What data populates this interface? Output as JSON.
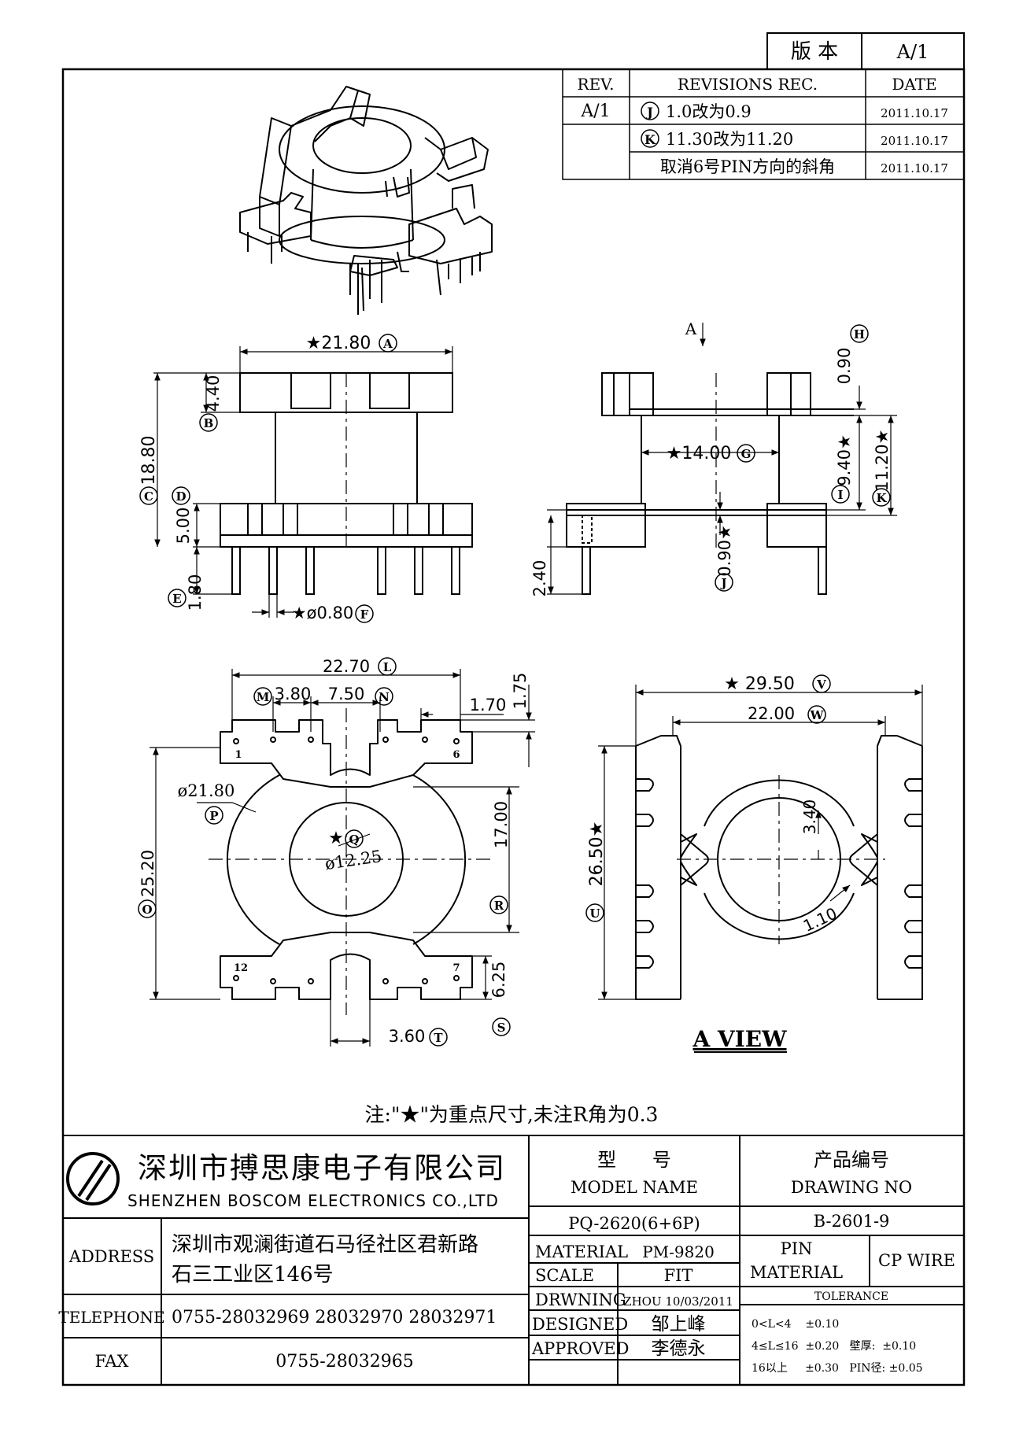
{
  "version_box": {
    "label": "版 本",
    "value": "A/1"
  },
  "revisions": {
    "headers": [
      "REV.",
      "REVISIONS REC.",
      "DATE"
    ],
    "rev": "A/1",
    "rows": [
      {
        "mark": "J",
        "text": "1.0改为0.9",
        "date": "2011.10.17"
      },
      {
        "mark": "K",
        "text": "11.30改为11.20",
        "date": "2011.10.17"
      },
      {
        "mark": "",
        "text": "取消6号PIN方向的斜角",
        "date": "2011.10.17"
      }
    ]
  },
  "dims": {
    "A": "★21.80",
    "B": "4.40",
    "C": "18.80",
    "D": "5.00",
    "E": "1.80",
    "F": "★ø0.80",
    "G": "★14.00",
    "H": "0.90",
    "I": "9.40★",
    "J": "0.90★",
    "K": "11.20★",
    "side_extra": "2.40",
    "L": "22.70",
    "M": "3.80",
    "N": "7.50",
    "lead_1": "1.70",
    "lead_2": "1.75",
    "P": "ø21.80",
    "Q": "ø12.25",
    "R": "17.00",
    "O": "25.20",
    "S": "6.25",
    "T": "3.60",
    "V": "★ 29.50",
    "W": "22.00",
    "U": "26.50★",
    "av_1": "3.40",
    "av_2": "1.10"
  },
  "bubbles": {
    "A": "A",
    "B": "B",
    "C": "C",
    "D": "D",
    "E": "E",
    "F": "F",
    "G": "G",
    "H": "H",
    "I": "I",
    "J": "J",
    "K": "K",
    "L": "L",
    "M": "M",
    "N": "N",
    "O": "O",
    "P": "P",
    "Q": "Q",
    "R": "R",
    "S": "S",
    "T": "T",
    "U": "U",
    "V": "V",
    "W": "W"
  },
  "side_view_arrow": "A",
  "pin_labels": {
    "p1": "1",
    "p6": "6",
    "p12": "12",
    "p7": "7"
  },
  "a_view_title": "A VIEW",
  "note": "注:\"★\"为重点尺寸,未注R角为0.3",
  "company": {
    "cn": "深圳市搏思康电子有限公司",
    "en": "SHENZHEN BOSCOM ELECTRONICS CO.,LTD"
  },
  "model": {
    "label_cn": "型      号",
    "label_en": "MODEL NAME",
    "value": "PQ-2620(6+6P)"
  },
  "drawing": {
    "label_cn": "产品编号",
    "label_en": "DRAWING NO",
    "value": "B-2601-9"
  },
  "address": {
    "label": "ADDRESS",
    "line1": "深圳市观澜街道石马径社区君新路",
    "line2": "石三工业区146号"
  },
  "telephone": {
    "label": "TELEPHONE",
    "value": "0755-28032969 28032970 28032971"
  },
  "fax": {
    "label": "FAX",
    "value": "0755-28032965"
  },
  "material": {
    "label": "MATERIAL",
    "value": "PM-9820"
  },
  "scale": {
    "label": "SCALE",
    "value": "FIT"
  },
  "drawing_by": {
    "label": "DRWNING",
    "value": "ZHOU 10/03/2011"
  },
  "designed": {
    "label": "DESIGNED",
    "value": "邹上峰"
  },
  "approved": {
    "label": "APPROVED",
    "value": "李德永"
  },
  "pin_material": {
    "label1": "PIN",
    "label2": "MATERIAL",
    "value": "CP WIRE"
  },
  "tolerance": {
    "title": "TOLERANCE",
    "r1": "0<L<4    ±0.10",
    "r2": "4≤L≤16  ±0.20   壁厚:  ±0.10",
    "r3": "16以上     ±0.30   PIN径: ±0.05"
  }
}
